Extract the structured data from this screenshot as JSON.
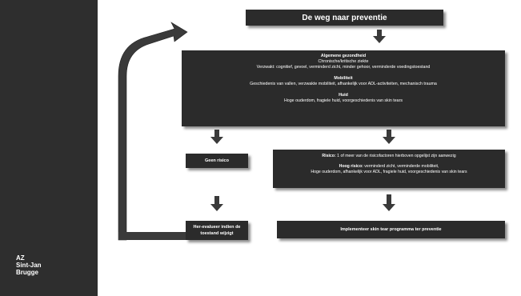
{
  "logo": {
    "line1": "AZ",
    "line2": "Sint-Jan",
    "line3": "Brugge"
  },
  "title": "De weg naar preventie",
  "assessment": {
    "general_heading": "Algemene gezondheid",
    "general_line1": "Chronische/kritische ziekte",
    "general_line2": "Verzwakt: cognitief, gevoel, verminderd zicht, minder gehoor, verminderde voedingstoestand",
    "mobility_heading": "Mobiliteit",
    "mobility_line1": "Geschiedenis van vallen, verzwakte mobiliteit, afhankelijk voor ADL-activiteiten, mechanisch trauma",
    "skin_heading": "Huid",
    "skin_line1": "Hoge ouderdom, fragiele huid, voorgeschiedenis van skin tears"
  },
  "no_risk": "Geen risico",
  "risk": {
    "risk_label": "Risico:",
    "risk_text": " 1 of meer van de risicofactoren hierboven opgelijst zijn aanwezig",
    "high_label": "Hoog risico:",
    "high_text1": " verminderd zicht, verminderde mobiliteit,",
    "high_text2": "Hoge ouderdom, afhankelijk voor ADL, fragiele huid, voorgeschiedenis van skin tears"
  },
  "reevaluate": {
    "line1": "Her-evalueer indien de",
    "line2": "toestand wijzigt"
  },
  "implement": "Implementeer skin tear programma ter preventie",
  "colors": {
    "sidebar": "#2e2e2e",
    "box": "#2b2b2b",
    "box_text": "#ffffff",
    "arrow": "#3a3a3a"
  }
}
